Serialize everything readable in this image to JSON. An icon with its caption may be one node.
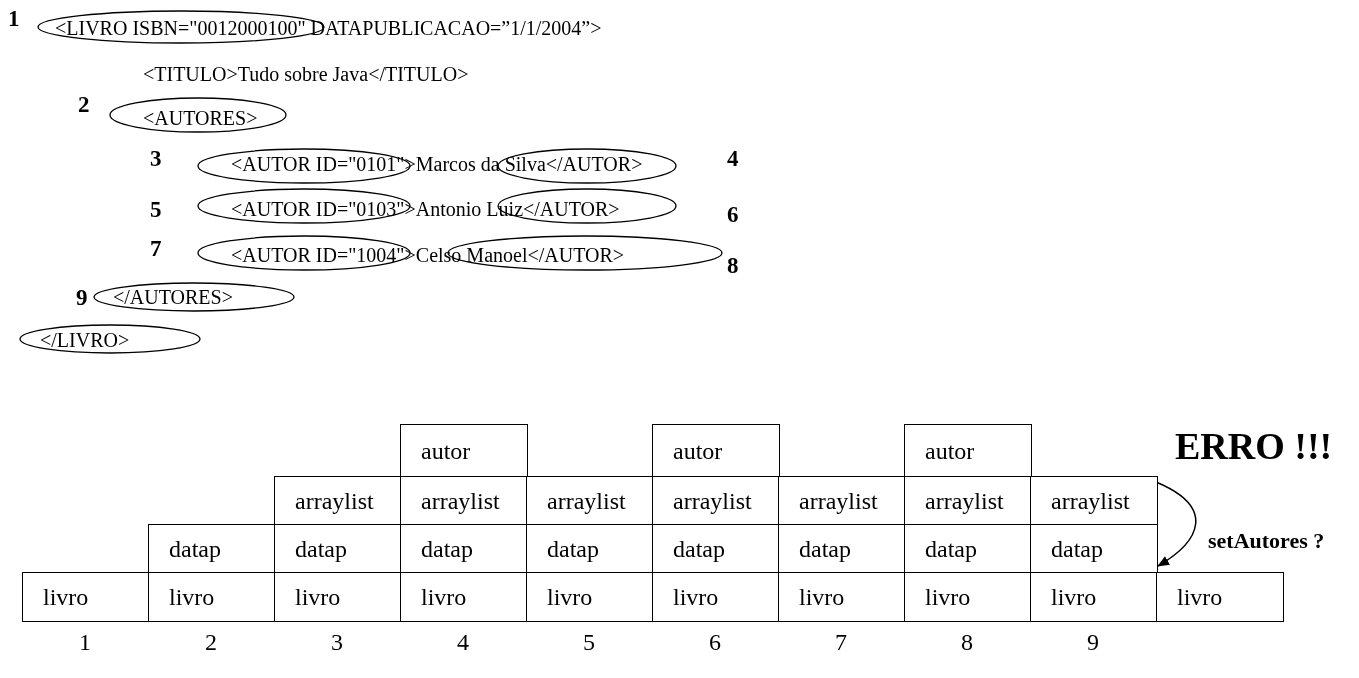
{
  "diagram": {
    "nodes": [
      {
        "text": [
          "autor"
        ]
      },
      {
        "text": [
          "autor"
        ]
      },
      {
        "text": [
          "autor"
        ]
      },
      {
        "text": [
          "arraylist"
        ]
      },
      {
        "text": [
          "arraylist"
        ]
      },
      {
        "text": [
          "arraylist"
        ]
      },
      {
        "text": [
          "arraylist"
        ]
      },
      {
        "text": [
          "arraylist"
        ]
      },
      {
        "text": [
          "arraylist"
        ]
      },
      {
        "text": [
          "arraylist"
        ]
      },
      {
        "text": [
          "datap"
        ]
      },
      {
        "text": [
          "datap"
        ]
      },
      {
        "text": [
          "datap"
        ]
      },
      {
        "text": [
          "datap"
        ]
      },
      {
        "text": [
          "datap"
        ]
      },
      {
        "text": [
          "datap"
        ]
      },
      {
        "text": [
          "datap"
        ]
      },
      {
        "text": [
          "datap"
        ]
      },
      {
        "text": [
          "livro"
        ]
      },
      {
        "text": [
          "livro"
        ]
      },
      {
        "text": [
          "livro"
        ]
      },
      {
        "text": [
          "livro"
        ]
      },
      {
        "text": [
          "livro"
        ]
      },
      {
        "text": [
          "livro"
        ]
      },
      {
        "text": [
          "livro"
        ]
      },
      {
        "text": [
          "livro"
        ]
      },
      {
        "text": [
          "livro"
        ]
      },
      {
        "text": [
          "livro"
        ]
      }
    ],
    "edges": [
      {
        "from": 9,
        "to": 17,
        "arrow": "to",
        "label": "setAutores ?"
      }
    ],
    "labels": [
      "1",
      "<LIVRO ISBN=\"0012000100\" DATAPUBLICACAO=”1/1/2004”>",
      "<TITULO>Tudo sobre Java</TITULO>",
      "2",
      "<AUTORES>",
      "3",
      "<AUTOR ID=\"0101\">Marcos da Silva</AUTOR>",
      "4",
      "5",
      "<AUTOR ID=\"0103\">Antonio Luiz</AUTOR>",
      "6",
      "7",
      "<AUTOR ID=\"1004\">Celso Manoel</AUTOR>",
      "8",
      "9",
      "</AUTORES>",
      "</LIVRO>",
      "ERRO !!!",
      "1",
      "2",
      "3",
      "4",
      "5",
      "6",
      "7",
      "8",
      "9"
    ]
  }
}
